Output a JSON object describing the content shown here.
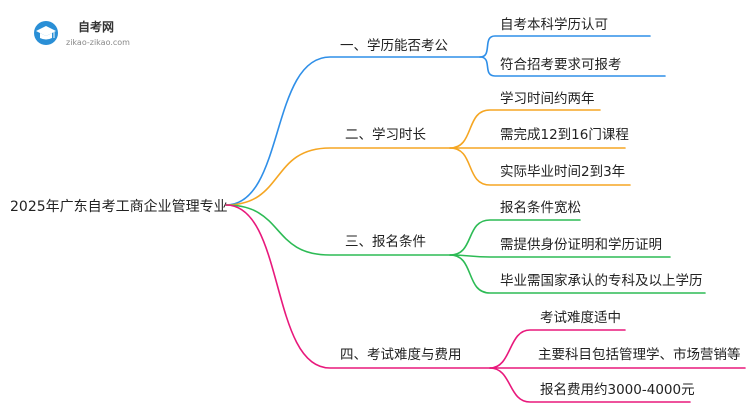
{
  "logo": {
    "name": "自考网",
    "domain": "zikao-zikao.com",
    "icon": "graduation-cap-icon",
    "color": "#2a8fd6"
  },
  "root": {
    "label": "2025年广东自考工商企业管理专业"
  },
  "branches": [
    {
      "label": "一、学历能否考公",
      "color": "#2f8fe8",
      "children": [
        "自考本科学历认可",
        "符合招考要求可报考"
      ]
    },
    {
      "label": "二、学习时长",
      "color": "#f5a623",
      "children": [
        "学习时间约两年",
        "需完成12到16门课程",
        "实际毕业时间2到3年"
      ]
    },
    {
      "label": "三、报名条件",
      "color": "#2dbb55",
      "children": [
        "报名条件宽松",
        "需提供身份证明和学历证明",
        "毕业需国家承认的专科及以上学历"
      ]
    },
    {
      "label": "四、考试难度与费用",
      "color": "#e8197c",
      "children": [
        "考试难度适中",
        "主要科目包括管理学、市场营销等",
        "报名费用约3000-4000元"
      ]
    }
  ]
}
